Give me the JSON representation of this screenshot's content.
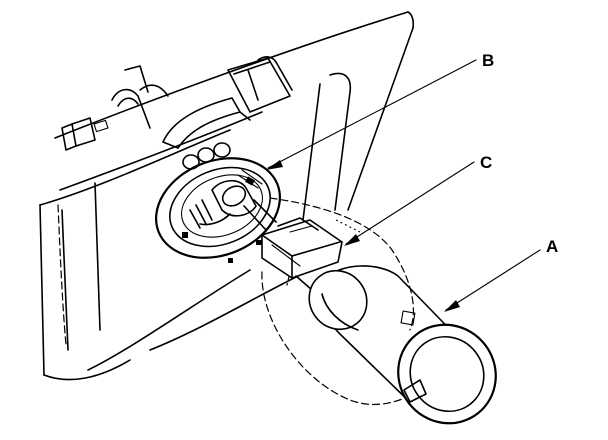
{
  "diagram": {
    "callouts": [
      {
        "id": "a",
        "label": "A"
      },
      {
        "id": "b",
        "label": "B"
      },
      {
        "id": "c",
        "label": "C"
      }
    ]
  }
}
